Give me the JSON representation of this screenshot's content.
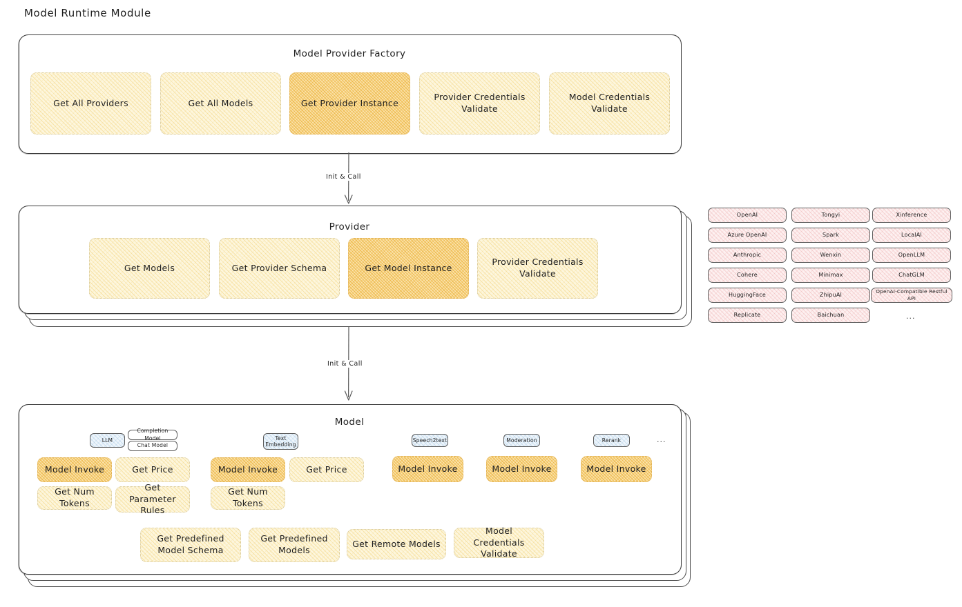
{
  "page": {
    "title": "Model Runtime Module"
  },
  "factory": {
    "title": "Model Provider Factory",
    "cards": [
      {
        "label": "Get All Providers",
        "highlight": false
      },
      {
        "label": "Get All Models",
        "highlight": false
      },
      {
        "label": "Get Provider Instance",
        "highlight": true
      },
      {
        "label": "Provider Credentials Validate",
        "highlight": false
      },
      {
        "label": "Model Credentials Validate",
        "highlight": false
      }
    ]
  },
  "arrows": [
    {
      "label": "Init & Call"
    },
    {
      "label": "Init & Call"
    }
  ],
  "provider": {
    "title": "Provider",
    "cards": [
      {
        "label": "Get Models",
        "highlight": false
      },
      {
        "label": "Get Provider Schema",
        "highlight": false
      },
      {
        "label": "Get Model Instance",
        "highlight": true
      },
      {
        "label": "Provider Credentials Validate",
        "highlight": false
      }
    ]
  },
  "provider_list": {
    "columns": [
      [
        "OpenAI",
        "Azure OpenAI",
        "Anthropic",
        "Cohere",
        "HuggingFace",
        "Replicate"
      ],
      [
        "Tongyi",
        "Spark",
        "Wenxin",
        "Minimax",
        "ZhipuAI",
        "Baichuan"
      ],
      [
        "Xinference",
        "LocalAI",
        "OpenLLM",
        "ChatGLM",
        "OpenAI-Compatible Restful API"
      ]
    ],
    "more": "..."
  },
  "model": {
    "title": "Model",
    "more": "...",
    "types": [
      {
        "name": "LLM",
        "subtypes": [
          "Completion Model",
          "Chat Model"
        ],
        "methods": [
          {
            "label": "Model Invoke",
            "highlight": true
          },
          {
            "label": "Get Price",
            "highlight": false
          },
          {
            "label": "Get Num Tokens",
            "highlight": false
          },
          {
            "label": "Get Parameter Rules",
            "highlight": false
          }
        ]
      },
      {
        "name": "Text Embedding",
        "subtypes": [],
        "methods": [
          {
            "label": "Model Invoke",
            "highlight": true
          },
          {
            "label": "Get Price",
            "highlight": false
          },
          {
            "label": "Get Num Tokens",
            "highlight": false
          }
        ]
      },
      {
        "name": "Speech2text",
        "subtypes": [],
        "methods": [
          {
            "label": "Model Invoke",
            "highlight": true
          }
        ]
      },
      {
        "name": "Moderation",
        "subtypes": [],
        "methods": [
          {
            "label": "Model Invoke",
            "highlight": true
          }
        ]
      },
      {
        "name": "Rerank",
        "subtypes": [],
        "methods": [
          {
            "label": "Model Invoke",
            "highlight": true
          }
        ]
      }
    ],
    "shared_methods": [
      "Get Predefined Model Schema",
      "Get Predefined Models",
      "Get Remote Models",
      "Model Credentials Validate"
    ]
  },
  "colors": {
    "fill_light": "#fdf6dd",
    "fill_strong": "#fbe3ab",
    "fill_rose": "#fdf0f0",
    "fill_blue": "#eef5fb",
    "stroke": "#3a3a3a",
    "text": "#1e1e1e"
  }
}
